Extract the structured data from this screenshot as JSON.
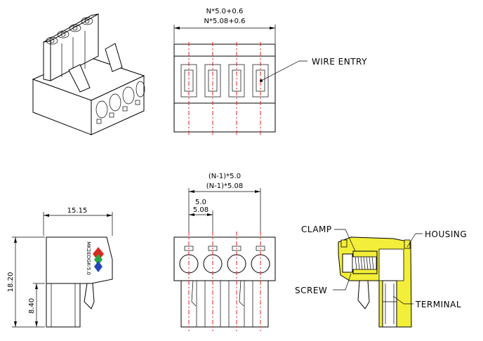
{
  "labels": {
    "wire_entry": "WIRE ENTRY",
    "clamp": "CLAMP",
    "housing": "HOUSING",
    "screw": "SCREW",
    "terminal": "TERMINAL"
  },
  "dimensions": {
    "top_width_1": "N*5.0+0.6",
    "top_width_2": "N*5.08+0.6",
    "pitch_total_1": "(N-1)*5.0",
    "pitch_total_2": "(N-1)*5.08",
    "pitch_1": "5.0",
    "pitch_2": "5.08",
    "depth": "15.15",
    "height": "18.20",
    "pin_height": "8.40"
  },
  "side_marking": "MK2EDGK-5.0",
  "colors": {
    "centerline": "#e0211d",
    "housing_fill": "#f2ee3a",
    "marking_red": "#d62c1f",
    "marking_green": "#27a844",
    "marking_blue": "#2447b8"
  }
}
